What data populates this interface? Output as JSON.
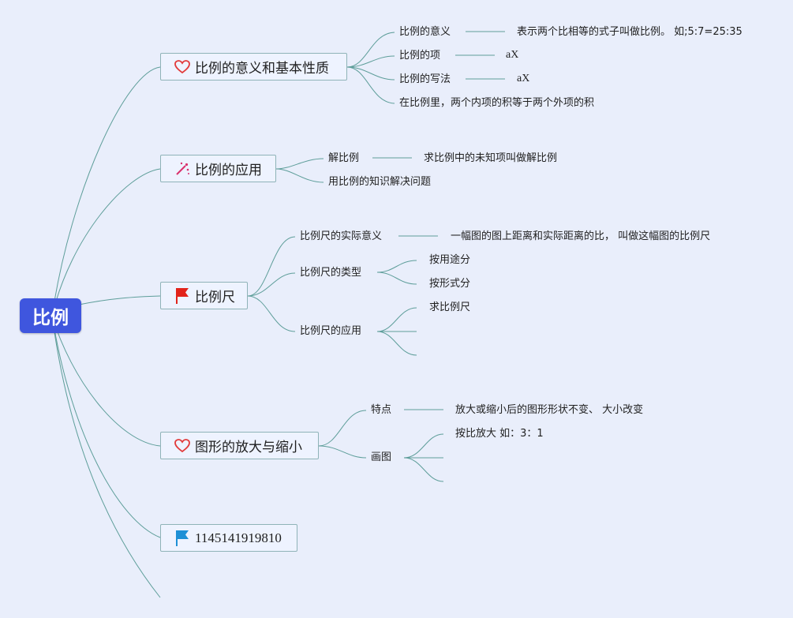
{
  "root": {
    "label": "比例"
  },
  "branches": {
    "meaning": {
      "title": "比例的意义和基本性质",
      "icon": "heart-icon",
      "children": {
        "c1": {
          "label": "比例的意义",
          "note": "表示两个比相等的式子叫做比例。 如;5:7=25:35"
        },
        "c2": {
          "label": "比例的项",
          "note": "aX"
        },
        "c3": {
          "label": "比例的写法",
          "note": "aX"
        },
        "c4": {
          "label": "在比例里，两个内项的积等于两个外项的积"
        }
      }
    },
    "application": {
      "title": "比例的应用",
      "icon": "sparkle-icon",
      "children": {
        "c1": {
          "label": "解比例",
          "note": "求比例中的未知项叫做解比例"
        },
        "c2": {
          "label": "用比例的知识解决问题"
        }
      }
    },
    "scale": {
      "title": "比例尺",
      "icon": "red-flag-icon",
      "children": {
        "c1": {
          "label": "比例尺的实际意义",
          "note": "一幅图的图上距离和实际距离的比， 叫做这幅图的比例尺"
        },
        "c2": {
          "label": "比例尺的类型",
          "sub1": "按用途分",
          "sub2": "按形式分"
        },
        "c3": {
          "label": "比例尺的应用",
          "sub1": "求比例尺"
        }
      }
    },
    "enlarge": {
      "title": "图形的放大与缩小",
      "icon": "heart-icon",
      "children": {
        "c1": {
          "label": "特点",
          "note": "放大或缩小后的图形形状不变、 大小改变"
        },
        "c2": {
          "label": "画图",
          "sub1": "按比放大 如：3：1"
        }
      }
    },
    "number": {
      "title": "1145141919810",
      "icon": "blue-flag-icon"
    }
  },
  "colors": {
    "root_fill": "#3f56de",
    "line": "#5e9e9a",
    "topic_border": "#8fb3b8",
    "background": "#e9eefb"
  }
}
